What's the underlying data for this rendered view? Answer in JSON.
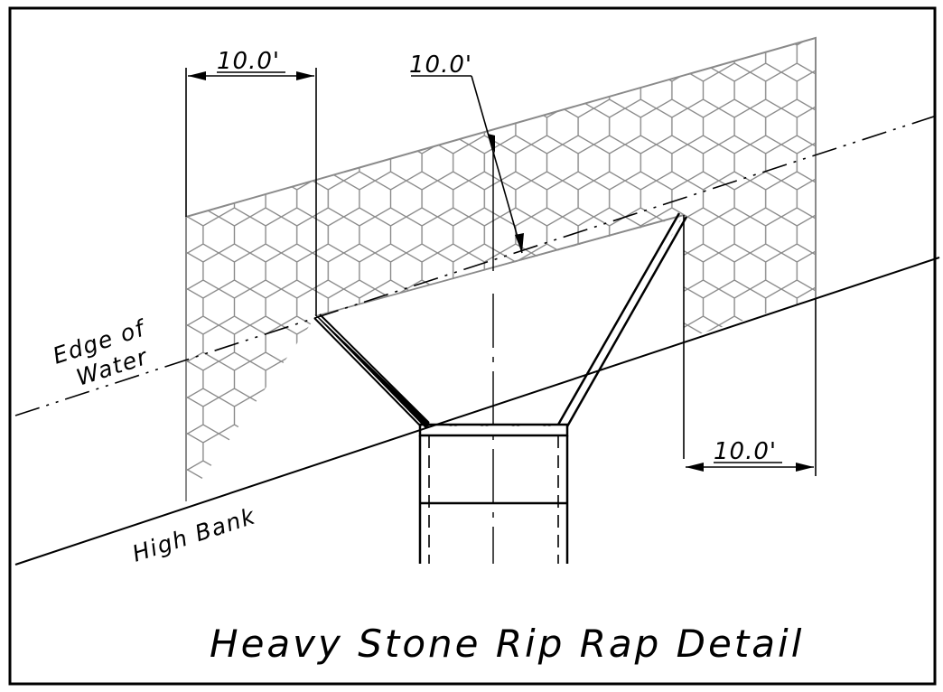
{
  "title": "Heavy Stone Rip Rap Detail",
  "labels": {
    "edge_line1": "Edge of",
    "edge_line2": "Water",
    "high_bank": "High Bank"
  },
  "dimensions": {
    "top_left": "10.0'",
    "top_diagonal": "10.0'",
    "bottom_right": "10.0'"
  },
  "colors": {
    "ink": "#000000",
    "hatch": "#8a8a8a",
    "background": "#ffffff"
  }
}
